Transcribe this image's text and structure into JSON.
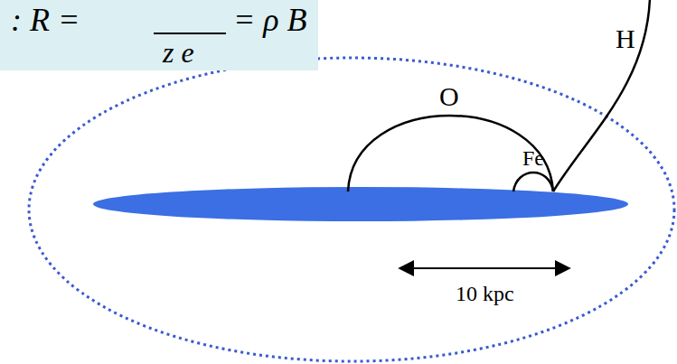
{
  "diagram": {
    "nodes": [
      {
        "text": [
          ": R =",
          "z e",
          "= ρ B"
        ]
      }
    ],
    "labels": [
      "O",
      "Fe",
      "H",
      "10 kpc"
    ]
  }
}
